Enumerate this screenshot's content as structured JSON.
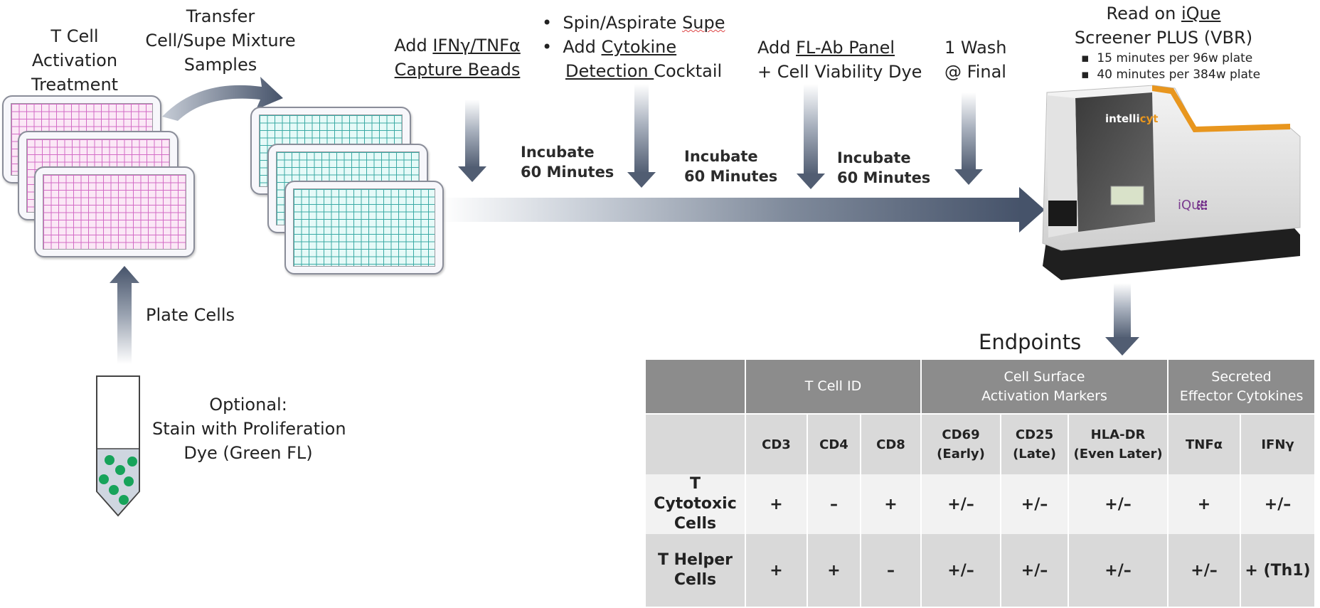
{
  "steps": {
    "activation": [
      "T Cell",
      "Activation",
      "Treatment"
    ],
    "transfer": [
      "Transfer",
      "Cell/Supe Mixture",
      "Samples"
    ],
    "add_beads": {
      "prefix": "Add ",
      "ul": "IFNγ/TNFα",
      "line2": "Capture Beads"
    },
    "spin": {
      "b1_prefix": "Spin/Aspirate ",
      "b1_ul": "Supe",
      "b2_prefix": "Add ",
      "b2_ul": "Cytokine",
      "b3_ul": "Detection ",
      "b3_rest": "Cocktail"
    },
    "add_panel": {
      "prefix": "Add ",
      "ul": "FL-Ab Panel",
      "line2": "+ Cell Viability Dye"
    },
    "wash": [
      "1 Wash",
      "@ Final"
    ],
    "read": {
      "prefix": "Read on ",
      "ul": "iQue",
      "line2": "Screener PLUS (VBR)",
      "bullets": [
        "15 minutes per 96w plate",
        "40 minutes per 384w plate"
      ]
    },
    "incubate": [
      [
        "Incubate",
        "60 Minutes"
      ],
      [
        "Incubate",
        "60 Minutes"
      ],
      [
        "Incubate",
        "60 Minutes"
      ]
    ],
    "plate_cells": "Plate Cells",
    "optional": [
      "Optional:",
      "Stain with Proliferation",
      "Dye (Green FL)"
    ]
  },
  "instrument": {
    "brand": "intellicyt",
    "brand_a": "intelli",
    "brand_b": "cyt",
    "model": "iQue"
  },
  "endpoints": {
    "title": "Endpoints",
    "groups": [
      {
        "label": "",
        "span": 1
      },
      {
        "label": "T Cell ID",
        "span": 3
      },
      {
        "label": "Cell Surface\nActivation Markers",
        "span": 3
      },
      {
        "label": "Secreted\nEffector Cytokines",
        "span": 2
      }
    ],
    "columns": [
      "",
      "CD3",
      "CD4",
      "CD8",
      "CD69\n(Early)",
      "CD25\n(Late)",
      "HLA-DR\n(Even Later)",
      "TNFα",
      "IFNγ"
    ],
    "rows": [
      {
        "label": "T Cytotoxic\nCells",
        "values": [
          "+",
          "–",
          "+",
          "+/–",
          "+/–",
          "+/–",
          "+",
          "+/–"
        ]
      },
      {
        "label": "T Helper\nCells",
        "values": [
          "+",
          "+",
          "–",
          "+/–",
          "+/–",
          "+/–",
          "+/–",
          "+ (Th1)"
        ]
      }
    ]
  },
  "colors": {
    "arrow_dark": "#46536a",
    "plate_pink": "#d36cc6",
    "plate_teal": "#3aaaa5",
    "dot_green": "#17a35a",
    "instrument_orange": "#e8961e",
    "table_header": "#8c8c8c",
    "table_light": "#f2f2f2",
    "table_mid": "#d9d9d9"
  }
}
